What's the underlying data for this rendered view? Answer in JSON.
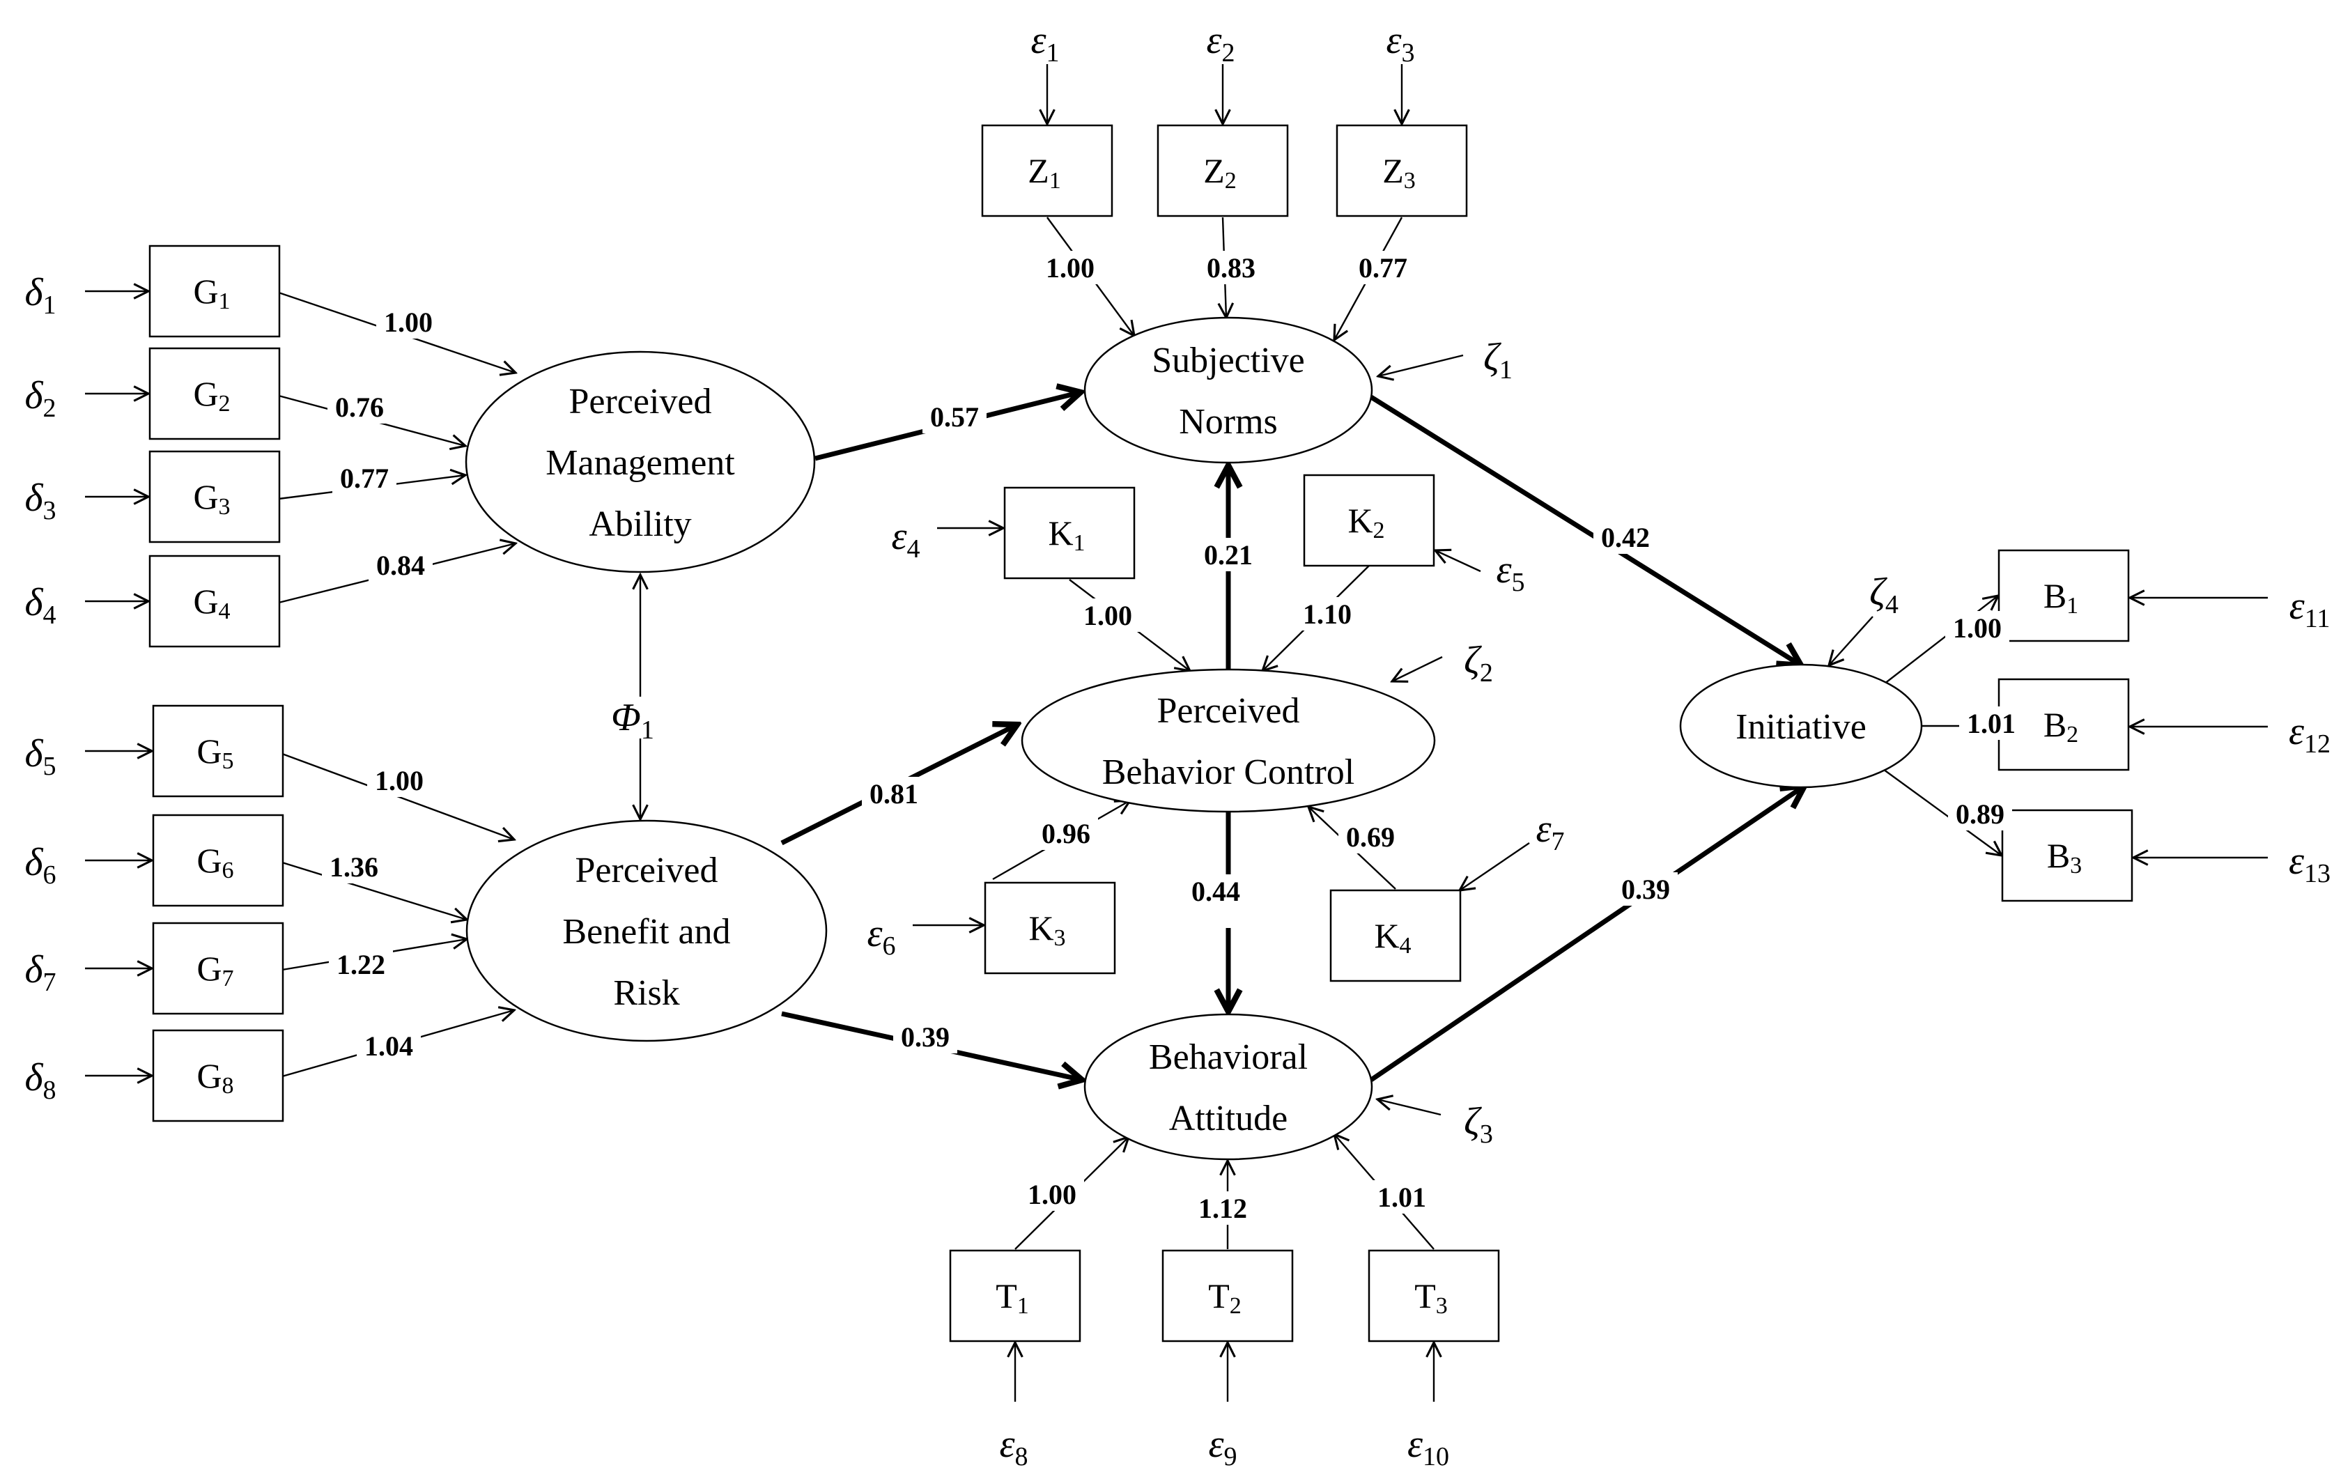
{
  "constructs": {
    "pma": [
      "Perceived",
      "Management",
      "Ability"
    ],
    "pbr": [
      "Perceived",
      "Benefit and",
      "Risk"
    ],
    "sn": [
      "Subjective",
      "Norms"
    ],
    "pbc": [
      "Perceived",
      "Behavior Control"
    ],
    "ba": [
      "Behavioral",
      "Attitude"
    ],
    "init": [
      "Initiative"
    ]
  },
  "indicators": {
    "G1": [
      "G",
      "1"
    ],
    "G2": [
      "G",
      "2"
    ],
    "G3": [
      "G",
      "3"
    ],
    "G4": [
      "G",
      "4"
    ],
    "G5": [
      "G",
      "5"
    ],
    "G6": [
      "G",
      "6"
    ],
    "G7": [
      "G",
      "7"
    ],
    "G8": [
      "G",
      "8"
    ],
    "Z1": [
      "Z",
      "1"
    ],
    "Z2": [
      "Z",
      "2"
    ],
    "Z3": [
      "Z",
      "3"
    ],
    "K1": [
      "K",
      "1"
    ],
    "K2": [
      "K",
      "2"
    ],
    "K3": [
      "K",
      "3"
    ],
    "K4": [
      "K",
      "4"
    ],
    "T1": [
      "T",
      "1"
    ],
    "T2": [
      "T",
      "2"
    ],
    "T3": [
      "T",
      "3"
    ],
    "B1": [
      "B",
      "1"
    ],
    "B2": [
      "B",
      "2"
    ],
    "B3": [
      "B",
      "3"
    ]
  },
  "errors": {
    "d1": [
      "δ",
      "1"
    ],
    "d2": [
      "δ",
      "2"
    ],
    "d3": [
      "δ",
      "3"
    ],
    "d4": [
      "δ",
      "4"
    ],
    "d5": [
      "δ",
      "5"
    ],
    "d6": [
      "δ",
      "6"
    ],
    "d7": [
      "δ",
      "7"
    ],
    "d8": [
      "δ",
      "8"
    ],
    "e1": [
      "ε",
      "1"
    ],
    "e2": [
      "ε",
      "2"
    ],
    "e3": [
      "ε",
      "3"
    ],
    "e4": [
      "ε",
      "4"
    ],
    "e5": [
      "ε",
      "5"
    ],
    "e6": [
      "ε",
      "6"
    ],
    "e7": [
      "ε",
      "7"
    ],
    "e8": [
      "ε",
      "8"
    ],
    "e9": [
      "ε",
      "9"
    ],
    "e10": [
      "ε",
      "10"
    ],
    "e11": [
      "ε",
      "11"
    ],
    "e12": [
      "ε",
      "12"
    ],
    "e13": [
      "ε",
      "13"
    ],
    "z1": [
      "ζ",
      "1"
    ],
    "z2": [
      "ζ",
      "2"
    ],
    "z3": [
      "ζ",
      "3"
    ],
    "z4": [
      "ζ",
      "4"
    ],
    "phi1": [
      "Φ",
      "1"
    ]
  },
  "loadings": {
    "G1": "1.00",
    "G2": "0.76",
    "G3": "0.77",
    "G4": "0.84",
    "G5": "1.00",
    "G6": "1.36",
    "G7": "1.22",
    "G8": "1.04",
    "Z1": "1.00",
    "Z2": "0.83",
    "Z3": "0.77",
    "K1": "1.00",
    "K2": "1.10",
    "K3": "0.96",
    "K4": "0.69",
    "T1": "1.00",
    "T2": "1.12",
    "T3": "1.01",
    "B1": "1.00",
    "B2": "1.01",
    "B3": "0.89"
  },
  "paths": {
    "pma_sn": "0.57",
    "pbc_sn": "0.21",
    "pbr_pbc": "0.81",
    "pbr_ba": "0.39",
    "pbc_ba": "0.44",
    "sn_init": "0.42",
    "ba_init": "0.39"
  }
}
